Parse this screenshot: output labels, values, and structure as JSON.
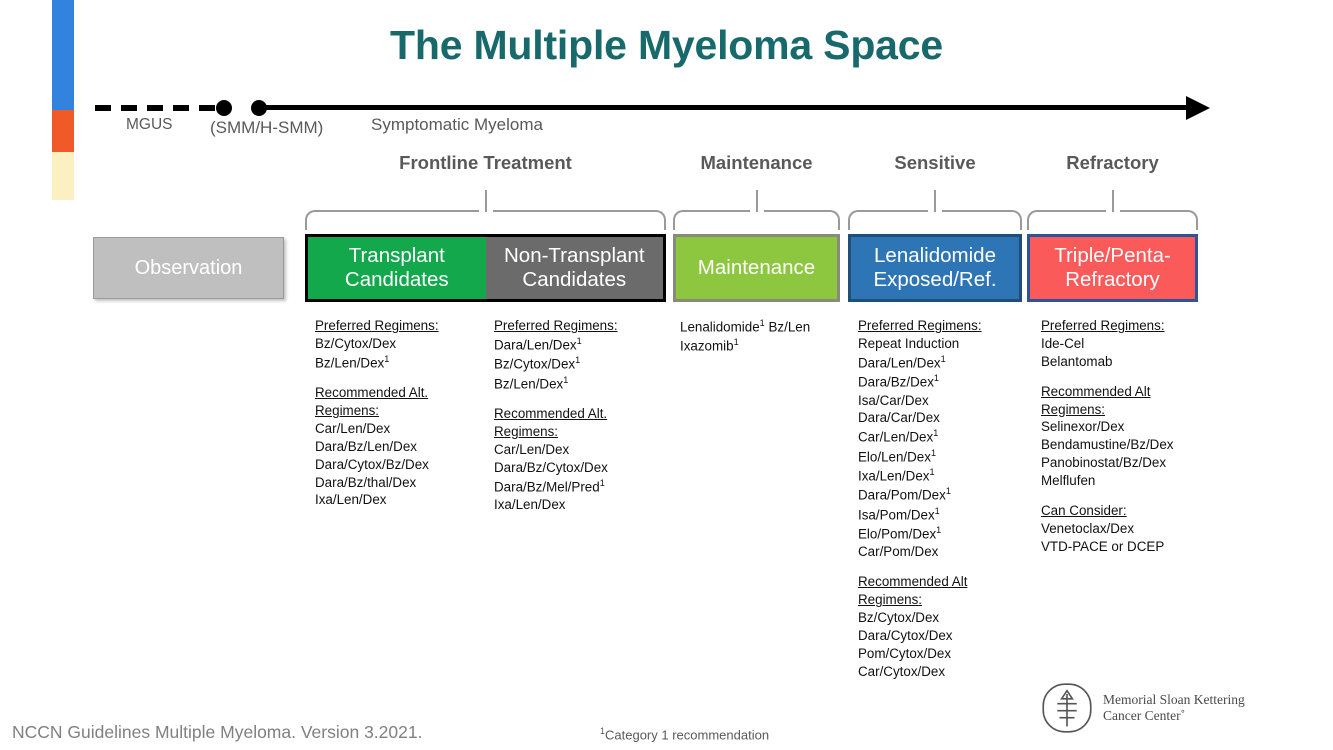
{
  "slide": {
    "title": "The Multiple Myeloma Space",
    "title_color": "#18696B"
  },
  "accent_bar": {
    "segments": [
      {
        "name": "blue",
        "color": "#3183DE",
        "height": 110
      },
      {
        "name": "orange",
        "color": "#F05A28",
        "height": 42
      },
      {
        "name": "cream",
        "color": "#FCEFC0",
        "height": 48
      }
    ]
  },
  "timeline": {
    "labels": {
      "mgus": "MGUS",
      "smm": "(SMM/H-SMM)",
      "symptomatic": "Symptomatic Myeloma"
    }
  },
  "phases": [
    {
      "key": "frontline",
      "label": "Frontline Treatment"
    },
    {
      "key": "maintenance",
      "label": "Maintenance"
    },
    {
      "key": "sensitive",
      "label": "Sensitive"
    },
    {
      "key": "refractory",
      "label": "Refractory"
    }
  ],
  "boxes": {
    "observation": {
      "label": "Observation",
      "color": "#BFBFBF"
    },
    "transplant": {
      "line1": "Transplant",
      "line2": "Candidates",
      "color": "#12A84B"
    },
    "non_transplant": {
      "line1": "Non-Transplant",
      "line2": "Candidates",
      "color": "#6B6B6B"
    },
    "maintenance": {
      "label": "Maintenance",
      "color": "#8DC63F"
    },
    "sensitive": {
      "line1": "Lenalidomide",
      "line2": "Exposed/Ref.",
      "color": "#2E75B6"
    },
    "refractory": {
      "line1": "Triple/Penta-",
      "line2": "Refractory",
      "color": "#FA5A5A"
    }
  },
  "columns": {
    "transplant": {
      "preferred_heading": "Preferred Regimens:",
      "preferred": [
        "Bz/Cytox/Dex",
        "Bz/Len/Dex¹"
      ],
      "alt_heading_l1": "Recommended Alt.",
      "alt_heading_l2": "Regimens:",
      "alt": [
        "Car/Len/Dex",
        "Dara/Bz/Len/Dex",
        "Dara/Cytox/Bz/Dex",
        "Dara/Bz/thal/Dex",
        "Ixa/Len/Dex"
      ]
    },
    "non_transplant": {
      "preferred_heading": "Preferred Regimens:",
      "preferred": [
        "Dara/Len/Dex¹",
        "Bz/Cytox/Dex¹",
        "Bz/Len/Dex¹"
      ],
      "alt_heading_l1": "Recommended Alt.",
      "alt_heading_l2": "Regimens:",
      "alt": [
        "Car/Len/Dex",
        "Dara/Bz/Cytox/Dex",
        "Dara/Bz/Mel/Pred¹",
        "Ixa/Len/Dex"
      ]
    },
    "maintenance": {
      "lines": [
        "Lenalidomide¹ Bz/Len",
        "Ixazomib¹"
      ]
    },
    "sensitive": {
      "preferred_heading": "Preferred Regimens:",
      "preferred": [
        "Repeat Induction",
        "Dara/Len/Dex¹",
        "Dara/Bz/Dex¹",
        "Isa/Car/Dex",
        "Dara/Car/Dex",
        "Car/Len/Dex¹",
        "Elo/Len/Dex¹",
        "Ixa/Len/Dex¹",
        "Dara/Pom/Dex¹",
        "Isa/Pom/Dex¹",
        "Elo/Pom/Dex¹",
        "Car/Pom/Dex"
      ],
      "alt_heading_l1": "Recommended Alt",
      "alt_heading_l2": "Regimens:",
      "alt": [
        "Bz/Cytox/Dex",
        "Dara/Cytox/Dex",
        "Pom/Cytox/Dex",
        "Car/Cytox/Dex"
      ]
    },
    "refractory": {
      "preferred_heading": "Preferred Regimens:",
      "preferred": [
        "Ide-Cel",
        "Belantomab"
      ],
      "alt_heading_l1": "Recommended Alt",
      "alt_heading_l2": "Regimens:",
      "alt": [
        "Selinexor/Dex",
        "Bendamustine/Bz/Dex",
        "Panobinostat/Bz/Dex",
        "Melflufen"
      ],
      "consider_heading": "Can Consider:",
      "consider": [
        "Venetoclax/Dex",
        "VTD-PACE or DCEP"
      ]
    }
  },
  "footer": {
    "source": "NCCN Guidelines Multiple Myeloma. Version 3.2021.",
    "category_note_marker": "1",
    "category_note": "Category 1 recommendation",
    "logo_line1": "Memorial Sloan Kettering",
    "logo_line2": "Cancer Center˚"
  }
}
